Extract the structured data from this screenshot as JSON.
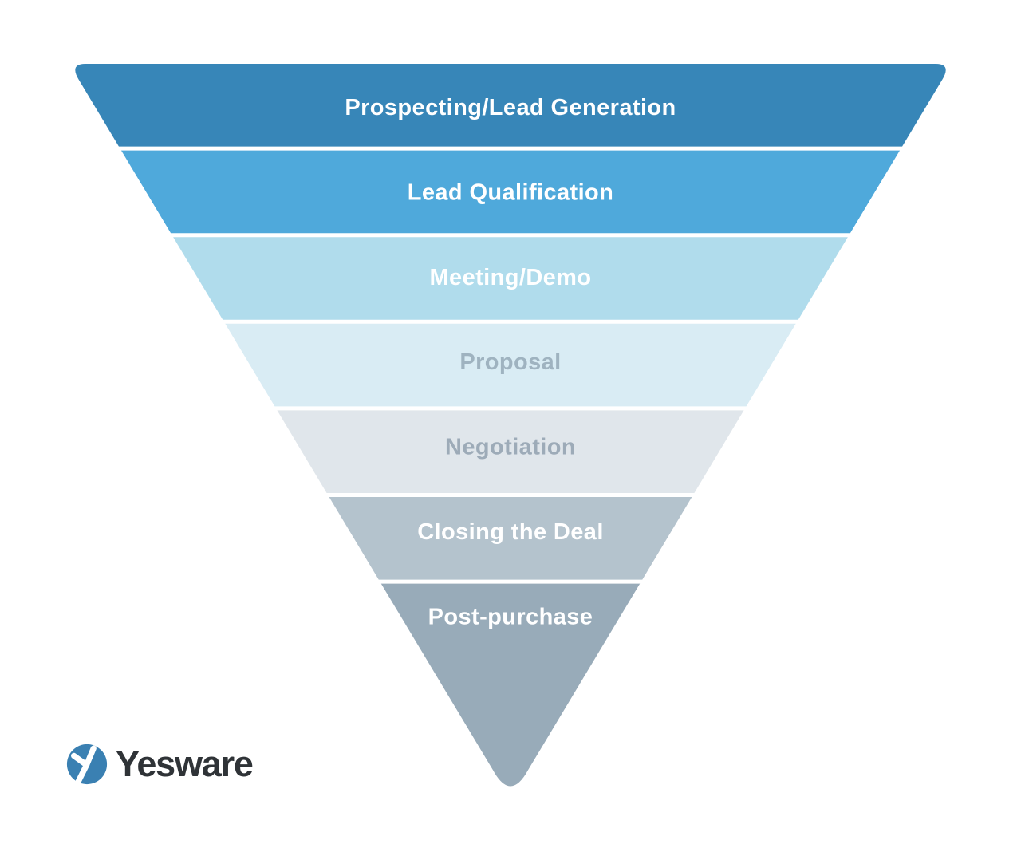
{
  "funnel": {
    "stages": [
      {
        "label": "Prospecting/Lead Generation",
        "fill": "#3786b8",
        "text_color": "#ffffff"
      },
      {
        "label": "Lead Qualification",
        "fill": "#4fa9db",
        "text_color": "#ffffff"
      },
      {
        "label": "Meeting/Demo",
        "fill": "#b0dcec",
        "text_color": "#ffffff"
      },
      {
        "label": "Proposal",
        "fill": "#d9ecf4",
        "text_color": "#9fb3c0"
      },
      {
        "label": "Negotiation",
        "fill": "#e0e6eb",
        "text_color": "#9dabb8"
      },
      {
        "label": "Closing the Deal",
        "fill": "#b4c3cd",
        "text_color": "#ffffff"
      },
      {
        "label": "Post-purchase",
        "fill": "#98abb9",
        "text_color": "#ffffff"
      }
    ]
  },
  "logo": {
    "brand": "Yesware",
    "mark_color": "#3a80b2",
    "text_color": "#2f3337"
  },
  "colors": {
    "background": "#ffffff",
    "divider": "#ffffff"
  }
}
